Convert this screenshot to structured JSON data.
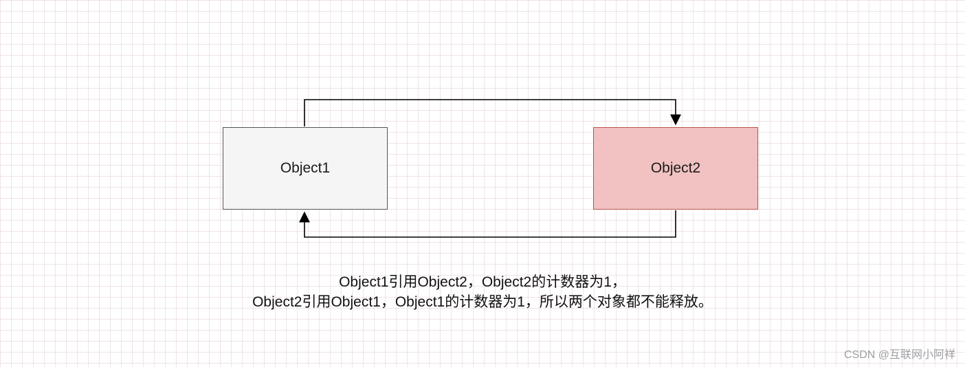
{
  "diagram": {
    "title": "reference-counting-cycle-diagram",
    "nodes": [
      {
        "id": "node1",
        "label": "Object1",
        "fill": "#f5f5f5",
        "stroke": "#555555"
      },
      {
        "id": "node2",
        "label": "Object2",
        "fill": "#f2c2c2",
        "stroke": "#b85450"
      }
    ],
    "edges": [
      {
        "from": "node1",
        "to": "node2",
        "route": "top",
        "arrow_color": "#000000"
      },
      {
        "from": "node2",
        "to": "node1",
        "route": "bottom",
        "arrow_color": "#000000"
      }
    ],
    "caption": {
      "lines": [
        "Object1引用Object2，Object2的计数器为1，",
        "Object2引用Object1，Object1的计数器为1，所以两个对象都不能释放。"
      ]
    }
  },
  "watermark": {
    "text": "CSDN @互联网小阿祥",
    "color": "#9e9ea4"
  }
}
